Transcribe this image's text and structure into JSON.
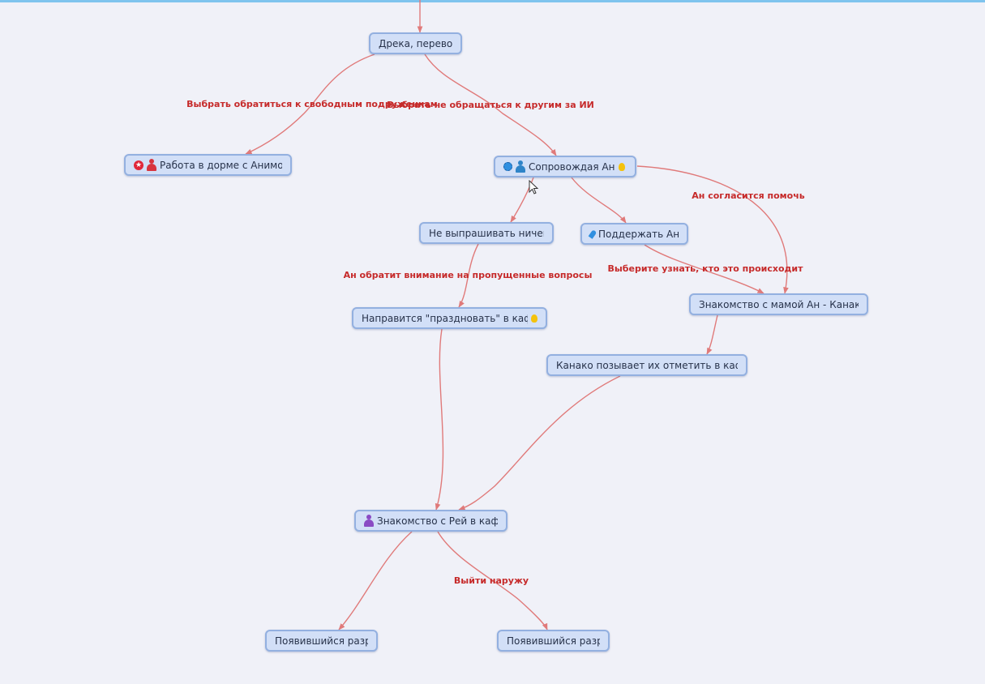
{
  "colors": {
    "background": "#f0f1f8",
    "node_fill": "#d2dff7",
    "node_border": "#93b0e0",
    "edge": "#e07a7a",
    "edge_label": "#c62a2a",
    "top_bar": "#7fc4ee"
  },
  "nodes": [
    {
      "id": "n1",
      "label": "Дрека, перевод",
      "icons": []
    },
    {
      "id": "n2",
      "label": "Работа в дорме с Анимо",
      "icons": [
        "star-icon",
        "red-person-icon"
      ]
    },
    {
      "id": "n3",
      "label": "Сопровождая Ан",
      "icons": [
        "gear-icon",
        "blue-person-icon"
      ],
      "trailing_icons": [
        "bulb-icon"
      ]
    },
    {
      "id": "n4",
      "label": "Не выпрашивать ничего",
      "icons": []
    },
    {
      "id": "n5",
      "label": "Поддержать Ан",
      "icons": [
        "pin-icon"
      ]
    },
    {
      "id": "n6",
      "label": "Направится \"праздновать\" в кафе",
      "icons": [],
      "trailing_icons": [
        "bulb-icon"
      ]
    },
    {
      "id": "n7",
      "label": "Знакомство с мамой Ан - Канако",
      "icons": []
    },
    {
      "id": "n8",
      "label": "Канако позывает их отметить в кафе",
      "icons": []
    },
    {
      "id": "n9",
      "label": "Знакомство с Рей в кафе",
      "icons": [
        "purple-person-icon"
      ]
    },
    {
      "id": "n10",
      "label": "Появившийся разрыв",
      "icons": []
    },
    {
      "id": "n11",
      "label": "Появившийся разрыв",
      "icons": []
    }
  ],
  "edges": [
    {
      "from": "top",
      "to": "n1",
      "label": ""
    },
    {
      "from": "n1",
      "to": "n2",
      "label": "Выбрать обратиться к свободным подруженкам"
    },
    {
      "from": "n1",
      "to": "n3",
      "label": "Выбрать не обращаться к другим за ИИ"
    },
    {
      "from": "n3",
      "to": "n4",
      "label": ""
    },
    {
      "from": "n3",
      "to": "n5",
      "label": ""
    },
    {
      "from": "n3",
      "to": "n7",
      "label": "Ан согласится помочь"
    },
    {
      "from": "n4",
      "to": "n6",
      "label": "Ан обратит внимание на пропущенные вопросы"
    },
    {
      "from": "n5",
      "to": "n7",
      "label": "Выберите узнать, кто это происходит"
    },
    {
      "from": "n7",
      "to": "n8",
      "label": ""
    },
    {
      "from": "n6",
      "to": "n9",
      "label": ""
    },
    {
      "from": "n8",
      "to": "n9",
      "label": ""
    },
    {
      "from": "n9",
      "to": "n10",
      "label": ""
    },
    {
      "from": "n9",
      "to": "n11",
      "label": "Выйти наружу"
    }
  ]
}
